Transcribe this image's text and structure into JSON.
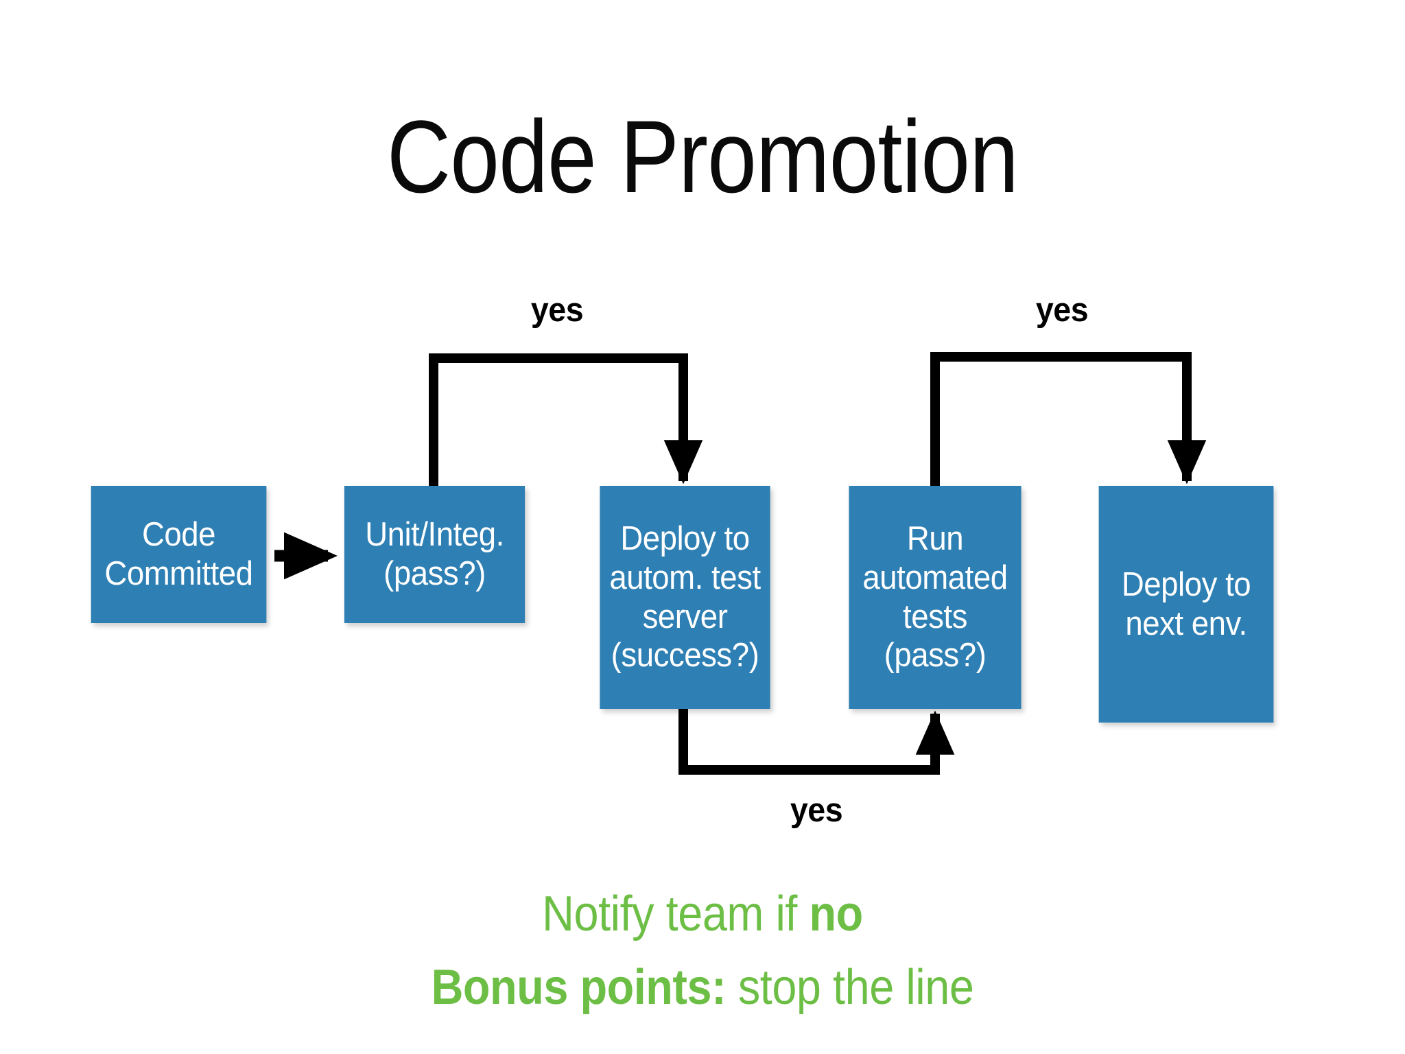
{
  "slide": {
    "title": "Code Promotion",
    "background_color": "#FFFFFF",
    "node_fill_color": "#2E7FB3",
    "node_text_color": "#FFFFFF",
    "connector_color": "#000000",
    "footnote_color": "#6CBE45"
  },
  "nodes": [
    {
      "id": "code-committed",
      "label": "Code\nCommitted"
    },
    {
      "id": "unit-integ",
      "label": "Unit/Integ.\n(pass?)"
    },
    {
      "id": "deploy-test",
      "label": "Deploy to\nautom. test\nserver\n(success?)"
    },
    {
      "id": "run-tests",
      "label": "Run\nautomated\ntests\n(pass?)"
    },
    {
      "id": "deploy-next-env",
      "label": "Deploy to\nnext env."
    }
  ],
  "edges": [
    {
      "id": "commit-to-unit",
      "label": ""
    },
    {
      "id": "unit-to-deploy-test",
      "label": "yes"
    },
    {
      "id": "deploy-test-to-run",
      "label": "yes"
    },
    {
      "id": "run-to-deploy-next",
      "label": "yes"
    }
  ],
  "edge_labels": [
    "yes",
    "yes",
    "yes"
  ],
  "footnotes": [
    {
      "plain_prefix": "Notify team if ",
      "bold_part": "no",
      "plain_suffix": ""
    },
    {
      "plain_prefix": "",
      "bold_part": "Bonus points:",
      "plain_suffix": " stop the line"
    }
  ]
}
